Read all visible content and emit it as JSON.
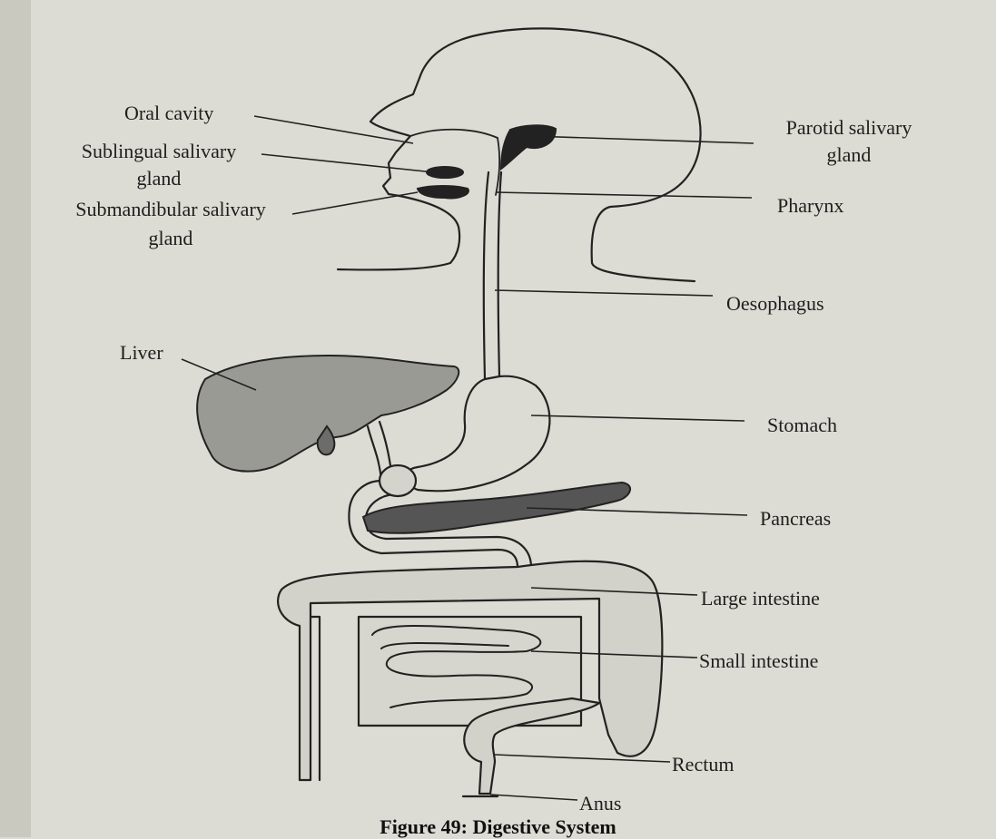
{
  "labels": {
    "oral_cavity": "Oral cavity",
    "sublingual_1": "Sublingual salivary",
    "sublingual_2": "gland",
    "submandibular_1": "Submandibular salivary",
    "submandibular_2": "gland",
    "parotid_1": "Parotid salivary",
    "parotid_2": "gland",
    "pharynx": "Pharynx",
    "oesophagus": "Oesophagus",
    "liver": "Liver",
    "stomach": "Stomach",
    "pancreas": "Pancreas",
    "large_intestine": "Large intestine",
    "small_intestine": "Small intestine",
    "rectum": "Rectum",
    "anus": "Anus"
  },
  "caption": "Figure 49: Digestive System",
  "colors": {
    "paper": "#dcdcd4",
    "ink": "#1e1e1e",
    "organ_dark": "#555555"
  }
}
